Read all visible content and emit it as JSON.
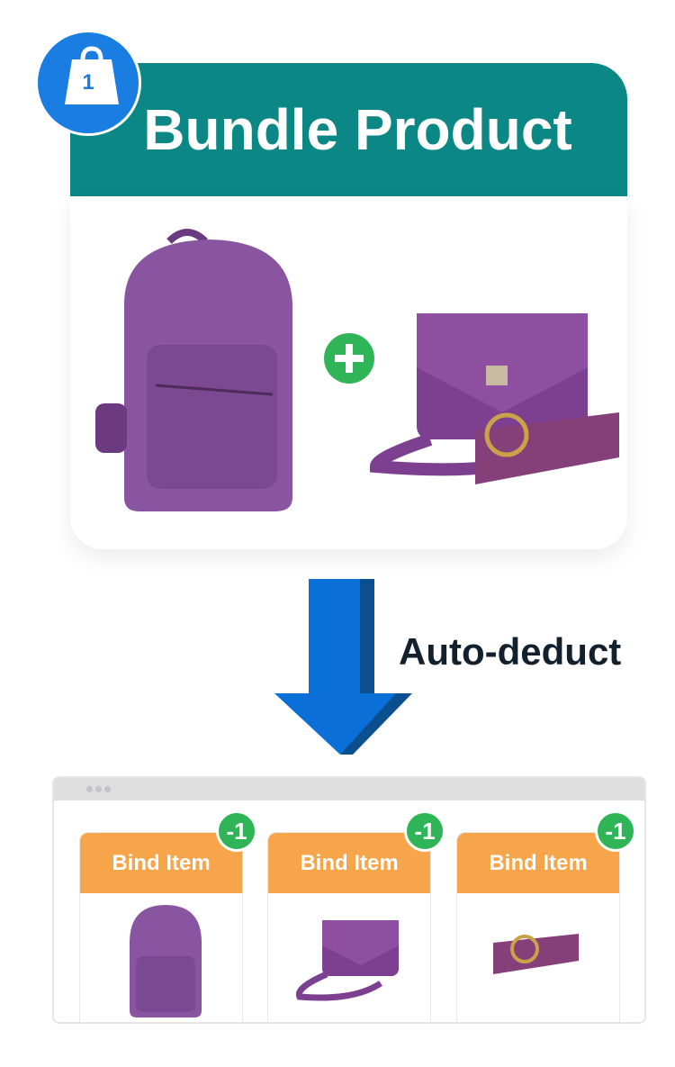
{
  "header": {
    "title": "Bundle Product",
    "badge_number": "1"
  },
  "arrow": {
    "label": "Auto-deduct"
  },
  "colors": {
    "teal": "#0b8886",
    "blue": "#1a7de2",
    "orange": "#f6a54a",
    "green": "#2fb457",
    "purple": "#7d3f8f"
  },
  "items": [
    {
      "label": "Bind Item",
      "count": "-1",
      "product": "backpack"
    },
    {
      "label": "Bind Item",
      "count": "-1",
      "product": "shoulder-bag"
    },
    {
      "label": "Bind Item",
      "count": "-1",
      "product": "belt"
    }
  ]
}
